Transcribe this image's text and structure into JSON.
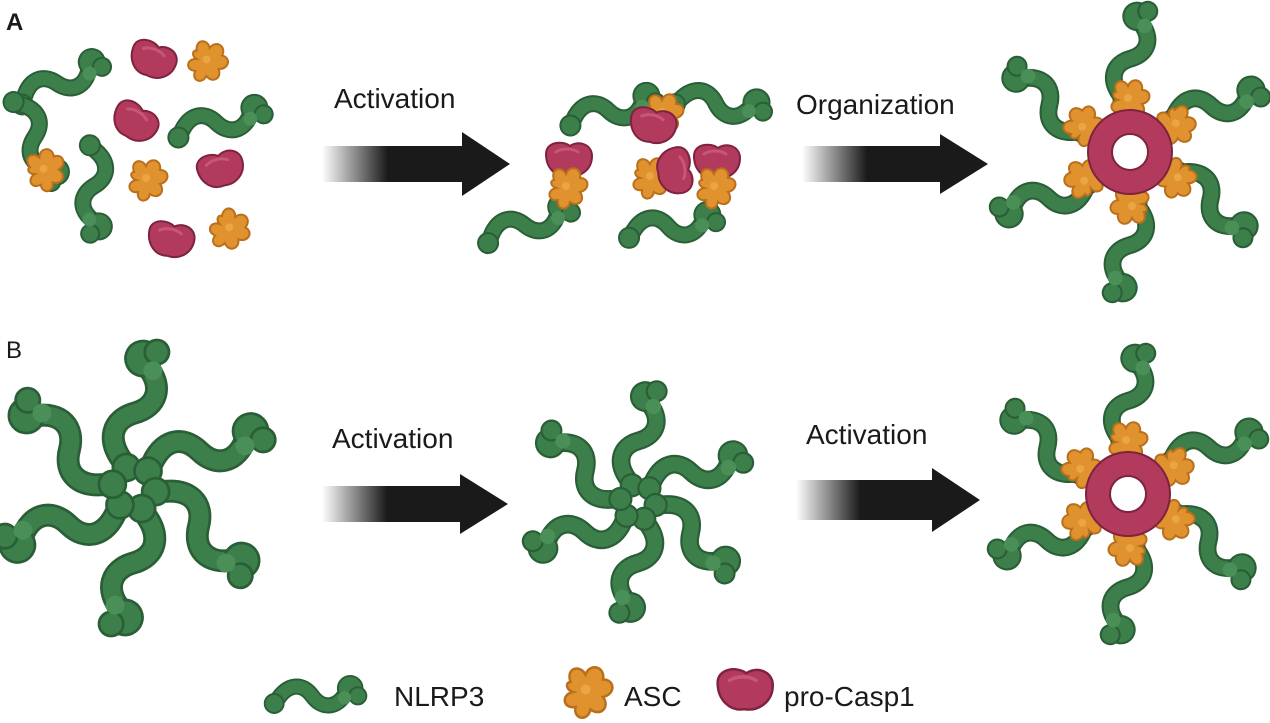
{
  "panels": {
    "a": {
      "label": "A",
      "arrow1_label": "Activation",
      "arrow2_label": "Organization"
    },
    "b": {
      "label": "B",
      "arrow1_label": "Activation",
      "arrow2_label": "Activation"
    }
  },
  "legend": {
    "nlrp3": "NLRP3",
    "asc": "ASC",
    "pro_casp1": "pro-Casp1"
  },
  "colors": {
    "nlrp3": "#3c7f4a",
    "nlrp3_dark": "#2a5e36",
    "asc": "#e0922e",
    "asc_dark": "#b96f1c",
    "pro_casp1": "#b23a5c",
    "pro_casp1_dark": "#7e2240",
    "arrow": "#1a1a1a"
  }
}
